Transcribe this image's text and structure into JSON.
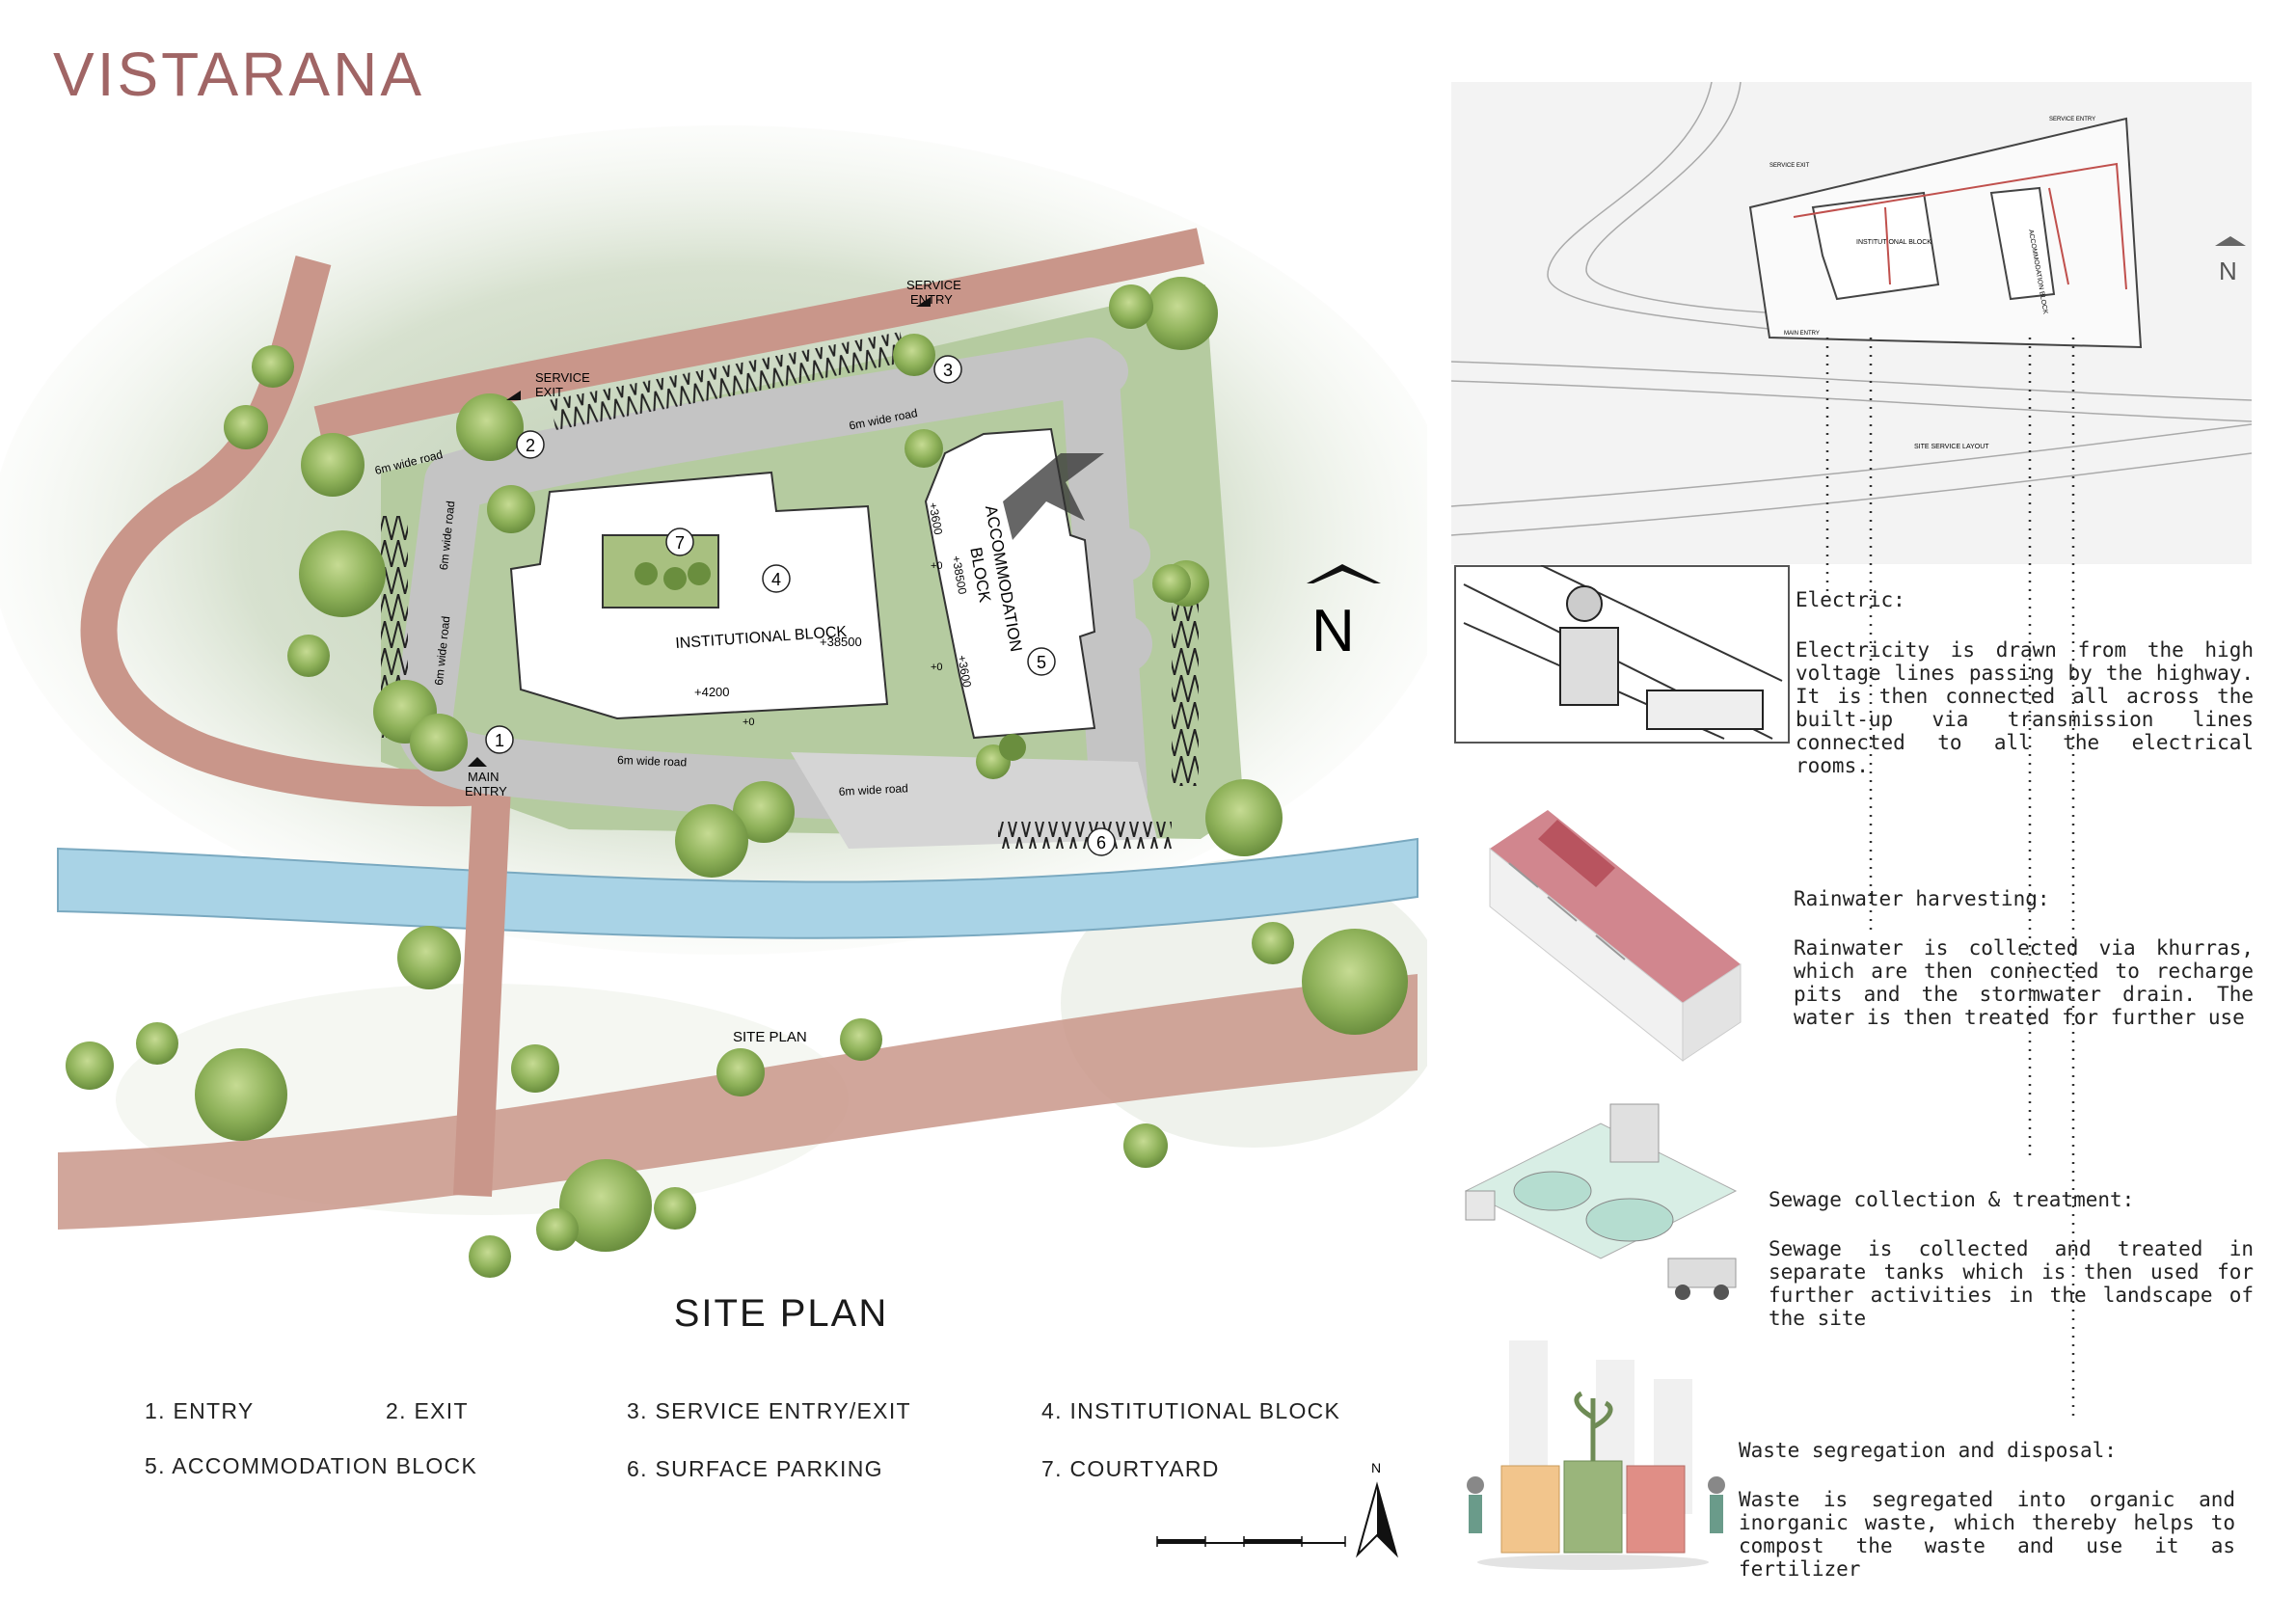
{
  "brand": "VISTARANA",
  "site_plan": {
    "title": "SITE PLAN",
    "plan_label": "SITE PLAN",
    "north": "N",
    "scale_north": "N",
    "gates": {
      "service_exit": [
        "SERVICE",
        "EXIT"
      ],
      "service_entry": [
        "SERVICE",
        "ENTRY"
      ],
      "main_entry": [
        "MAIN",
        "ENTRY"
      ]
    },
    "roads": [
      "6m wide road",
      "6m wide road",
      "6m wide road",
      "6m wide road",
      "6m wide road",
      "6m wide road"
    ],
    "blocks": {
      "institutional": {
        "name": "INSTITUTIONAL BLOCK",
        "level_top": "+38500",
        "level_base": "+4200"
      },
      "accommodation": {
        "line1": "ACCOMMODATION",
        "line2": "BLOCK",
        "level": "+38500",
        "level_a": "+3600",
        "level_b": "+3600"
      }
    },
    "zero_levels": [
      "+0",
      "+0",
      "+0"
    ],
    "markers": [
      "1",
      "2",
      "3",
      "4",
      "5",
      "6",
      "7"
    ]
  },
  "legend": [
    "1. ENTRY",
    "2. EXIT",
    "3. SERVICE ENTRY/EXIT",
    "4. INSTITUTIONAL BLOCK",
    "5. ACCOMMODATION BLOCK",
    "6. SURFACE PARKING",
    "7. COURTYARD"
  ],
  "layout_diagram": {
    "north": "N",
    "labels": [
      "INSTITUTIONAL BLOCK",
      "ACCOMMODATION BLOCK",
      "SITE SERVICE LAYOUT",
      "SERVICE EXIT",
      "SERVICE ENTRY",
      "MAIN ENTRY"
    ]
  },
  "services": [
    {
      "title": "Electric:",
      "text": "Electricity is drawn from the high voltage lines passing by the highway. It is then connected all across the built-up via transmission lines connected to all the electrical rooms."
    },
    {
      "title": "Rainwater harvesting:",
      "text": "Rainwater is collected via khurras, which are then connected to recharge pits and the stormwater drain. The water is then treated for further use"
    },
    {
      "title": "Sewage collection & treatment:",
      "text": "Sewage is collected and treated in separate tanks which is then used for further activities in the landscape of the site"
    },
    {
      "title": "Waste segregation and disposal:",
      "text": "Waste is segregated into organic and inorganic waste, which thereby helps to compost the waste and use it as fertilizer"
    }
  ],
  "colors": {
    "brand": "#a06565",
    "road": "#c9968a",
    "river": "#a9d3e6",
    "lawn": "#b9cfa3",
    "paving": "#c4c4c4",
    "tree": "#8fb25a",
    "service_accent": "#c0504d",
    "wash": "#dfe7d8"
  }
}
